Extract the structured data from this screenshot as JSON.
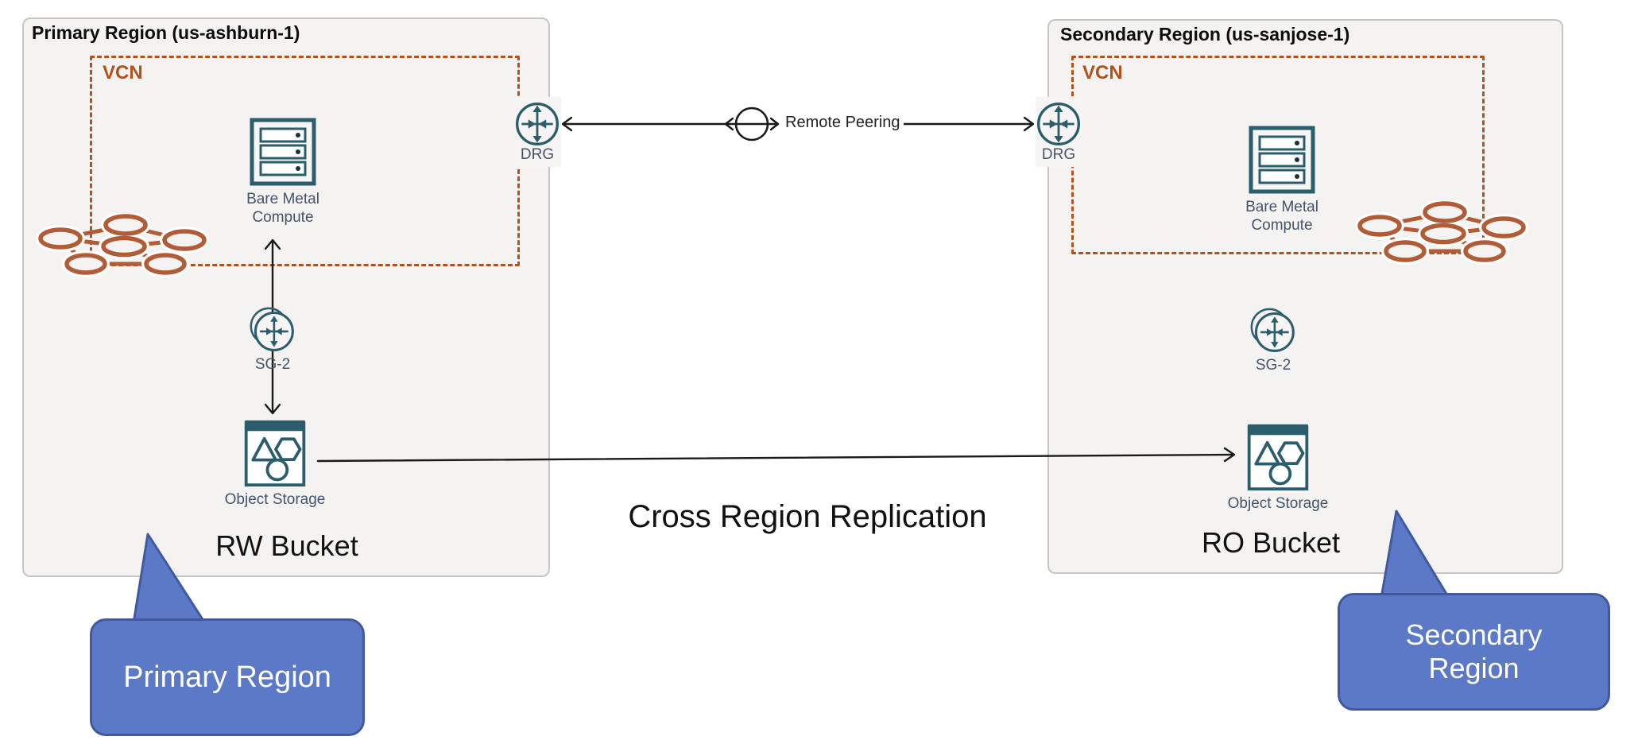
{
  "regions": {
    "primary": {
      "title": "Primary Region (us-ashburn-1)",
      "vcn_label": "VCN",
      "compute_label": "Bare Metal Compute",
      "drg_label": "DRG",
      "gateway_label": "SG-2",
      "storage_label": "Object Storage",
      "bucket_label": "RW Bucket",
      "callout_label": "Primary Region"
    },
    "secondary": {
      "title": "Secondary Region (us-sanjose-1)",
      "vcn_label": "VCN",
      "compute_label": "Bare Metal Compute",
      "drg_label": "DRG",
      "gateway_label": "SG-2",
      "storage_label": "Object Storage",
      "bucket_label": "RO Bucket",
      "callout_label": "Secondary Region"
    }
  },
  "connections": {
    "remote_peering_label": "Remote Peering",
    "replication_label": "Cross Region Replication"
  },
  "colors": {
    "icon_teal": "#2b5d6d",
    "vcn_orange": "#b0521e",
    "cluster_orange": "#b15c36",
    "label_slate": "#44546a",
    "callout_blue": "#5b79c7",
    "callout_border": "#41599e",
    "region_fill": "#f4f3f1",
    "region_border": "#c8c5c1",
    "arrow_black": "#1a1a1a"
  }
}
